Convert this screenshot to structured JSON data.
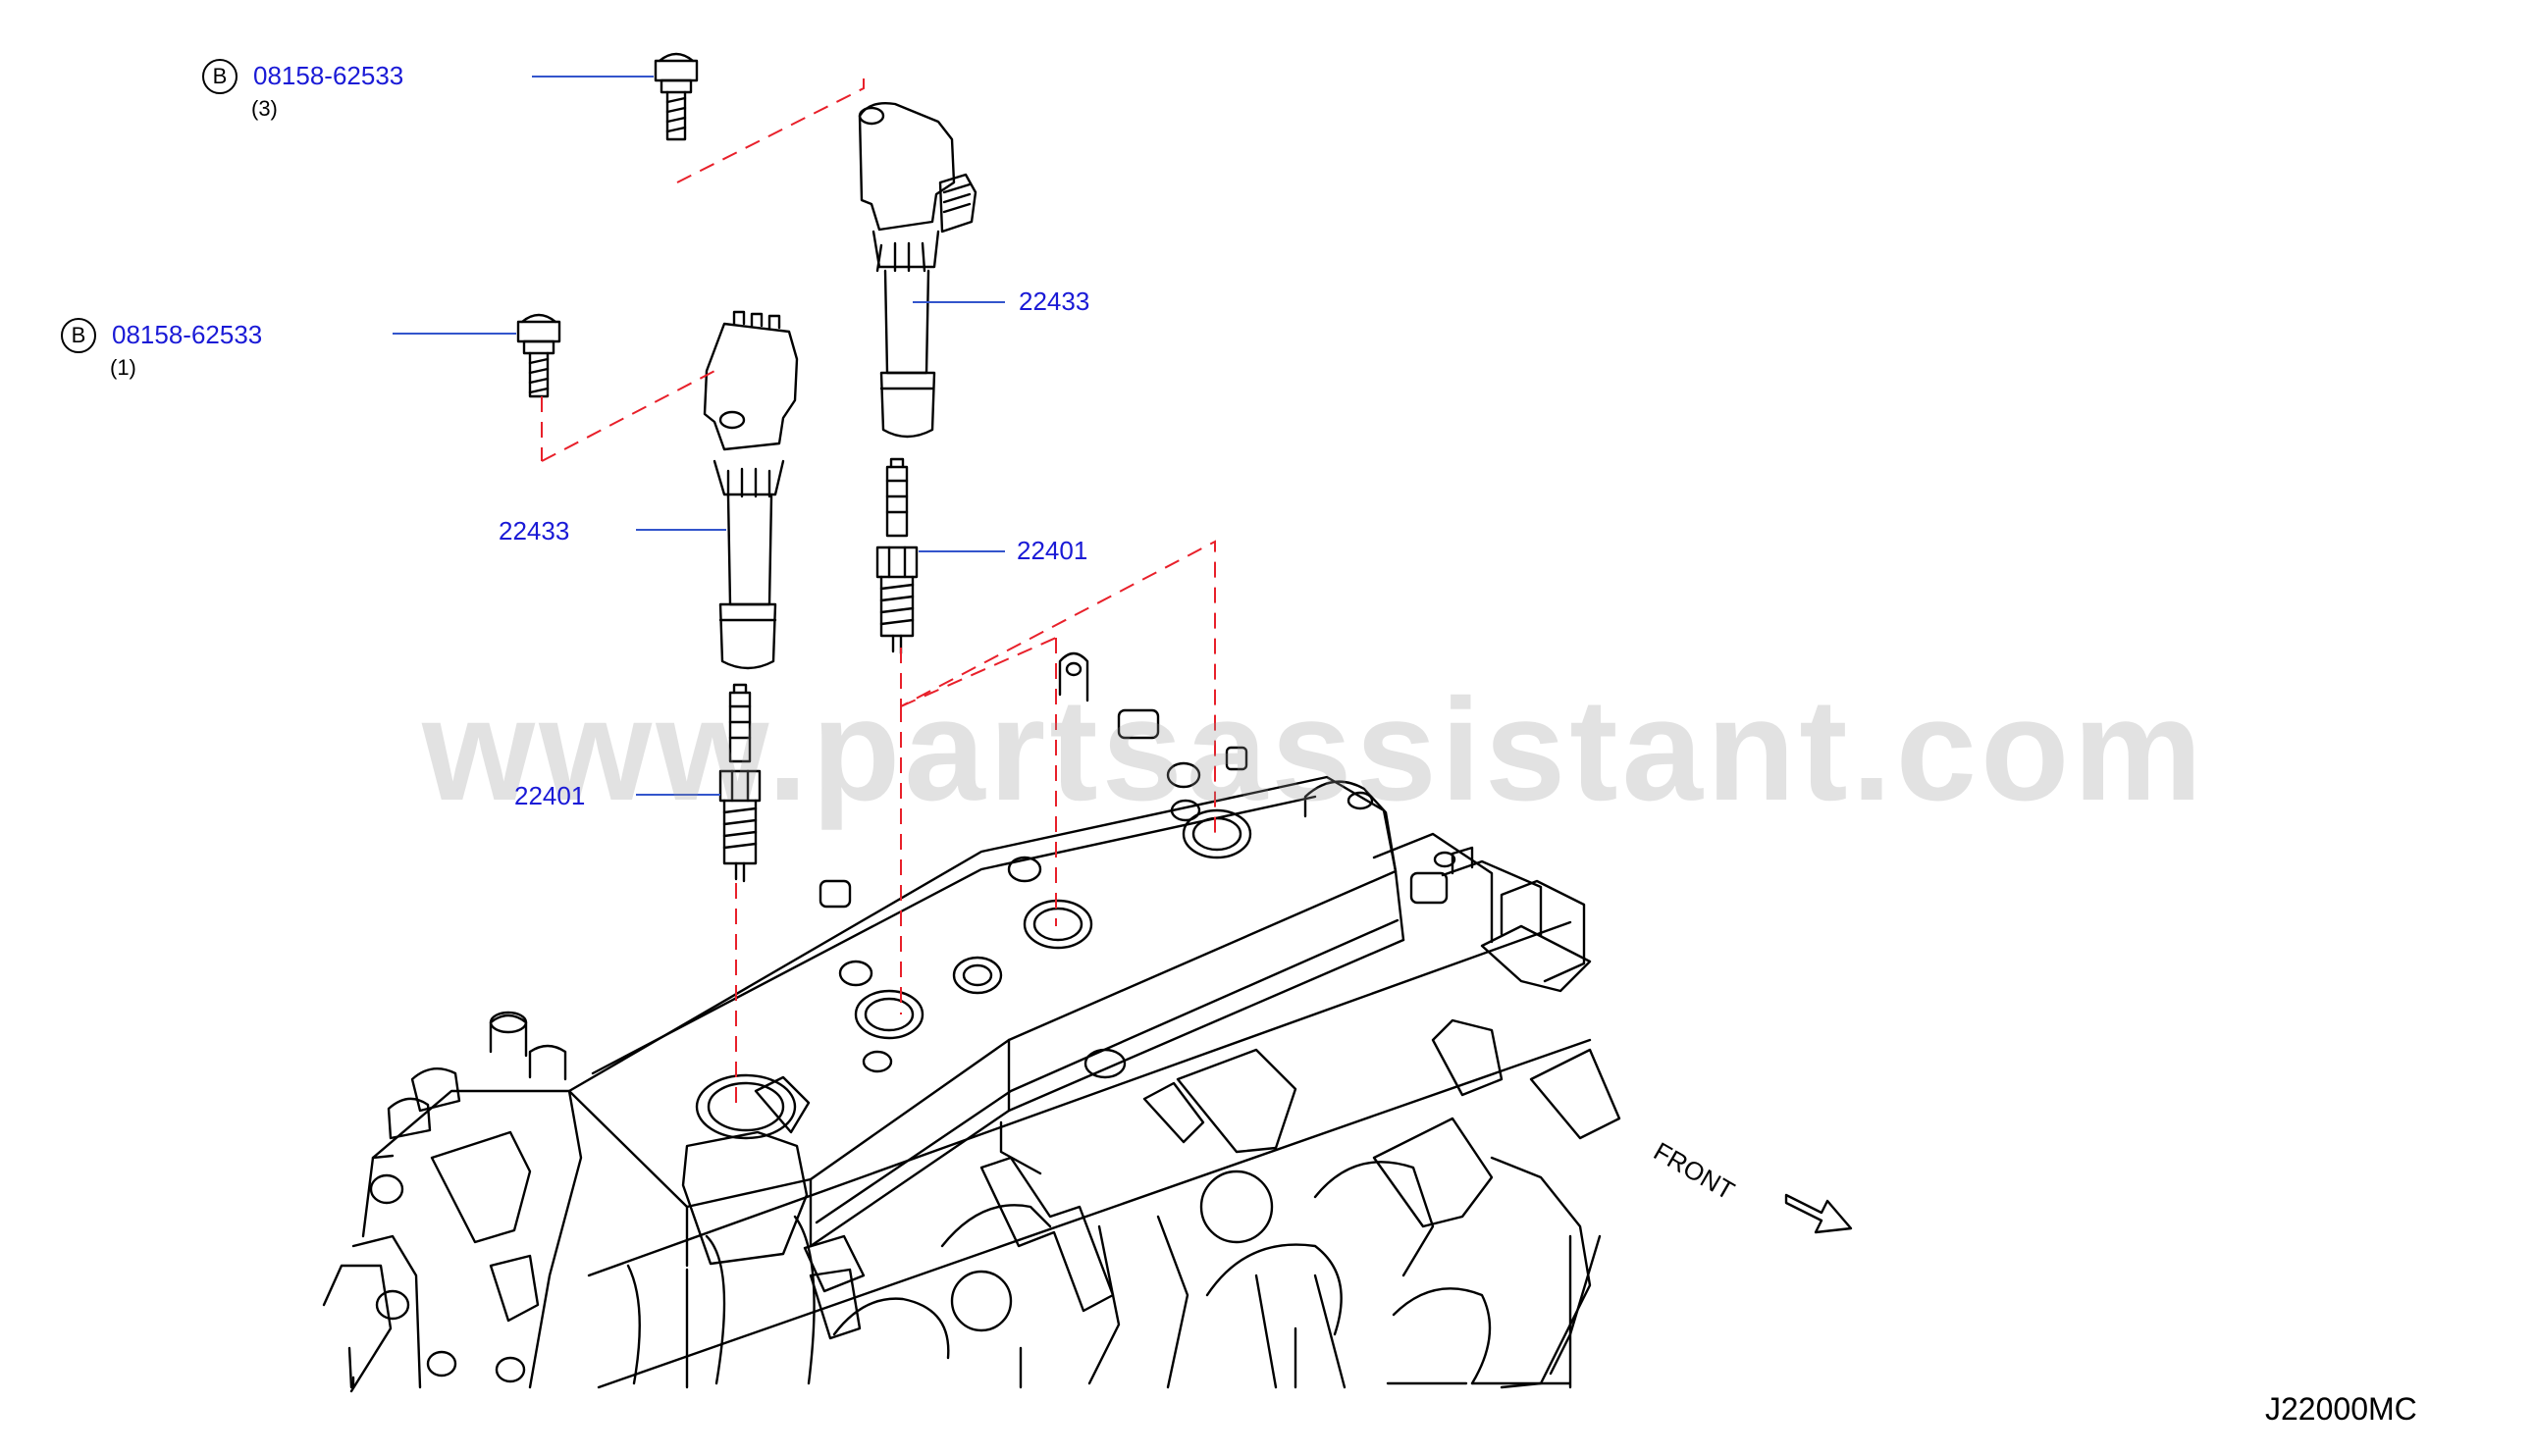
{
  "callouts": {
    "bolt_upper": {
      "marker": "B",
      "part_number": "08158-62533",
      "qty": "(3)"
    },
    "bolt_lower": {
      "marker": "B",
      "part_number": "08158-62533",
      "qty": "(1)"
    },
    "coil_right": {
      "part_number": "22433"
    },
    "coil_left": {
      "part_number": "22433"
    },
    "plug_right": {
      "part_number": "22401"
    },
    "plug_left": {
      "part_number": "22401"
    }
  },
  "direction_label": "FRONT",
  "diagram_code": "J22000MC",
  "watermark": "www.partsassistant.com",
  "colors": {
    "part_number": "#1a1ad6",
    "leader_line": "#3355cc",
    "dashed_line": "#e8202a",
    "line_art": "#000000"
  }
}
